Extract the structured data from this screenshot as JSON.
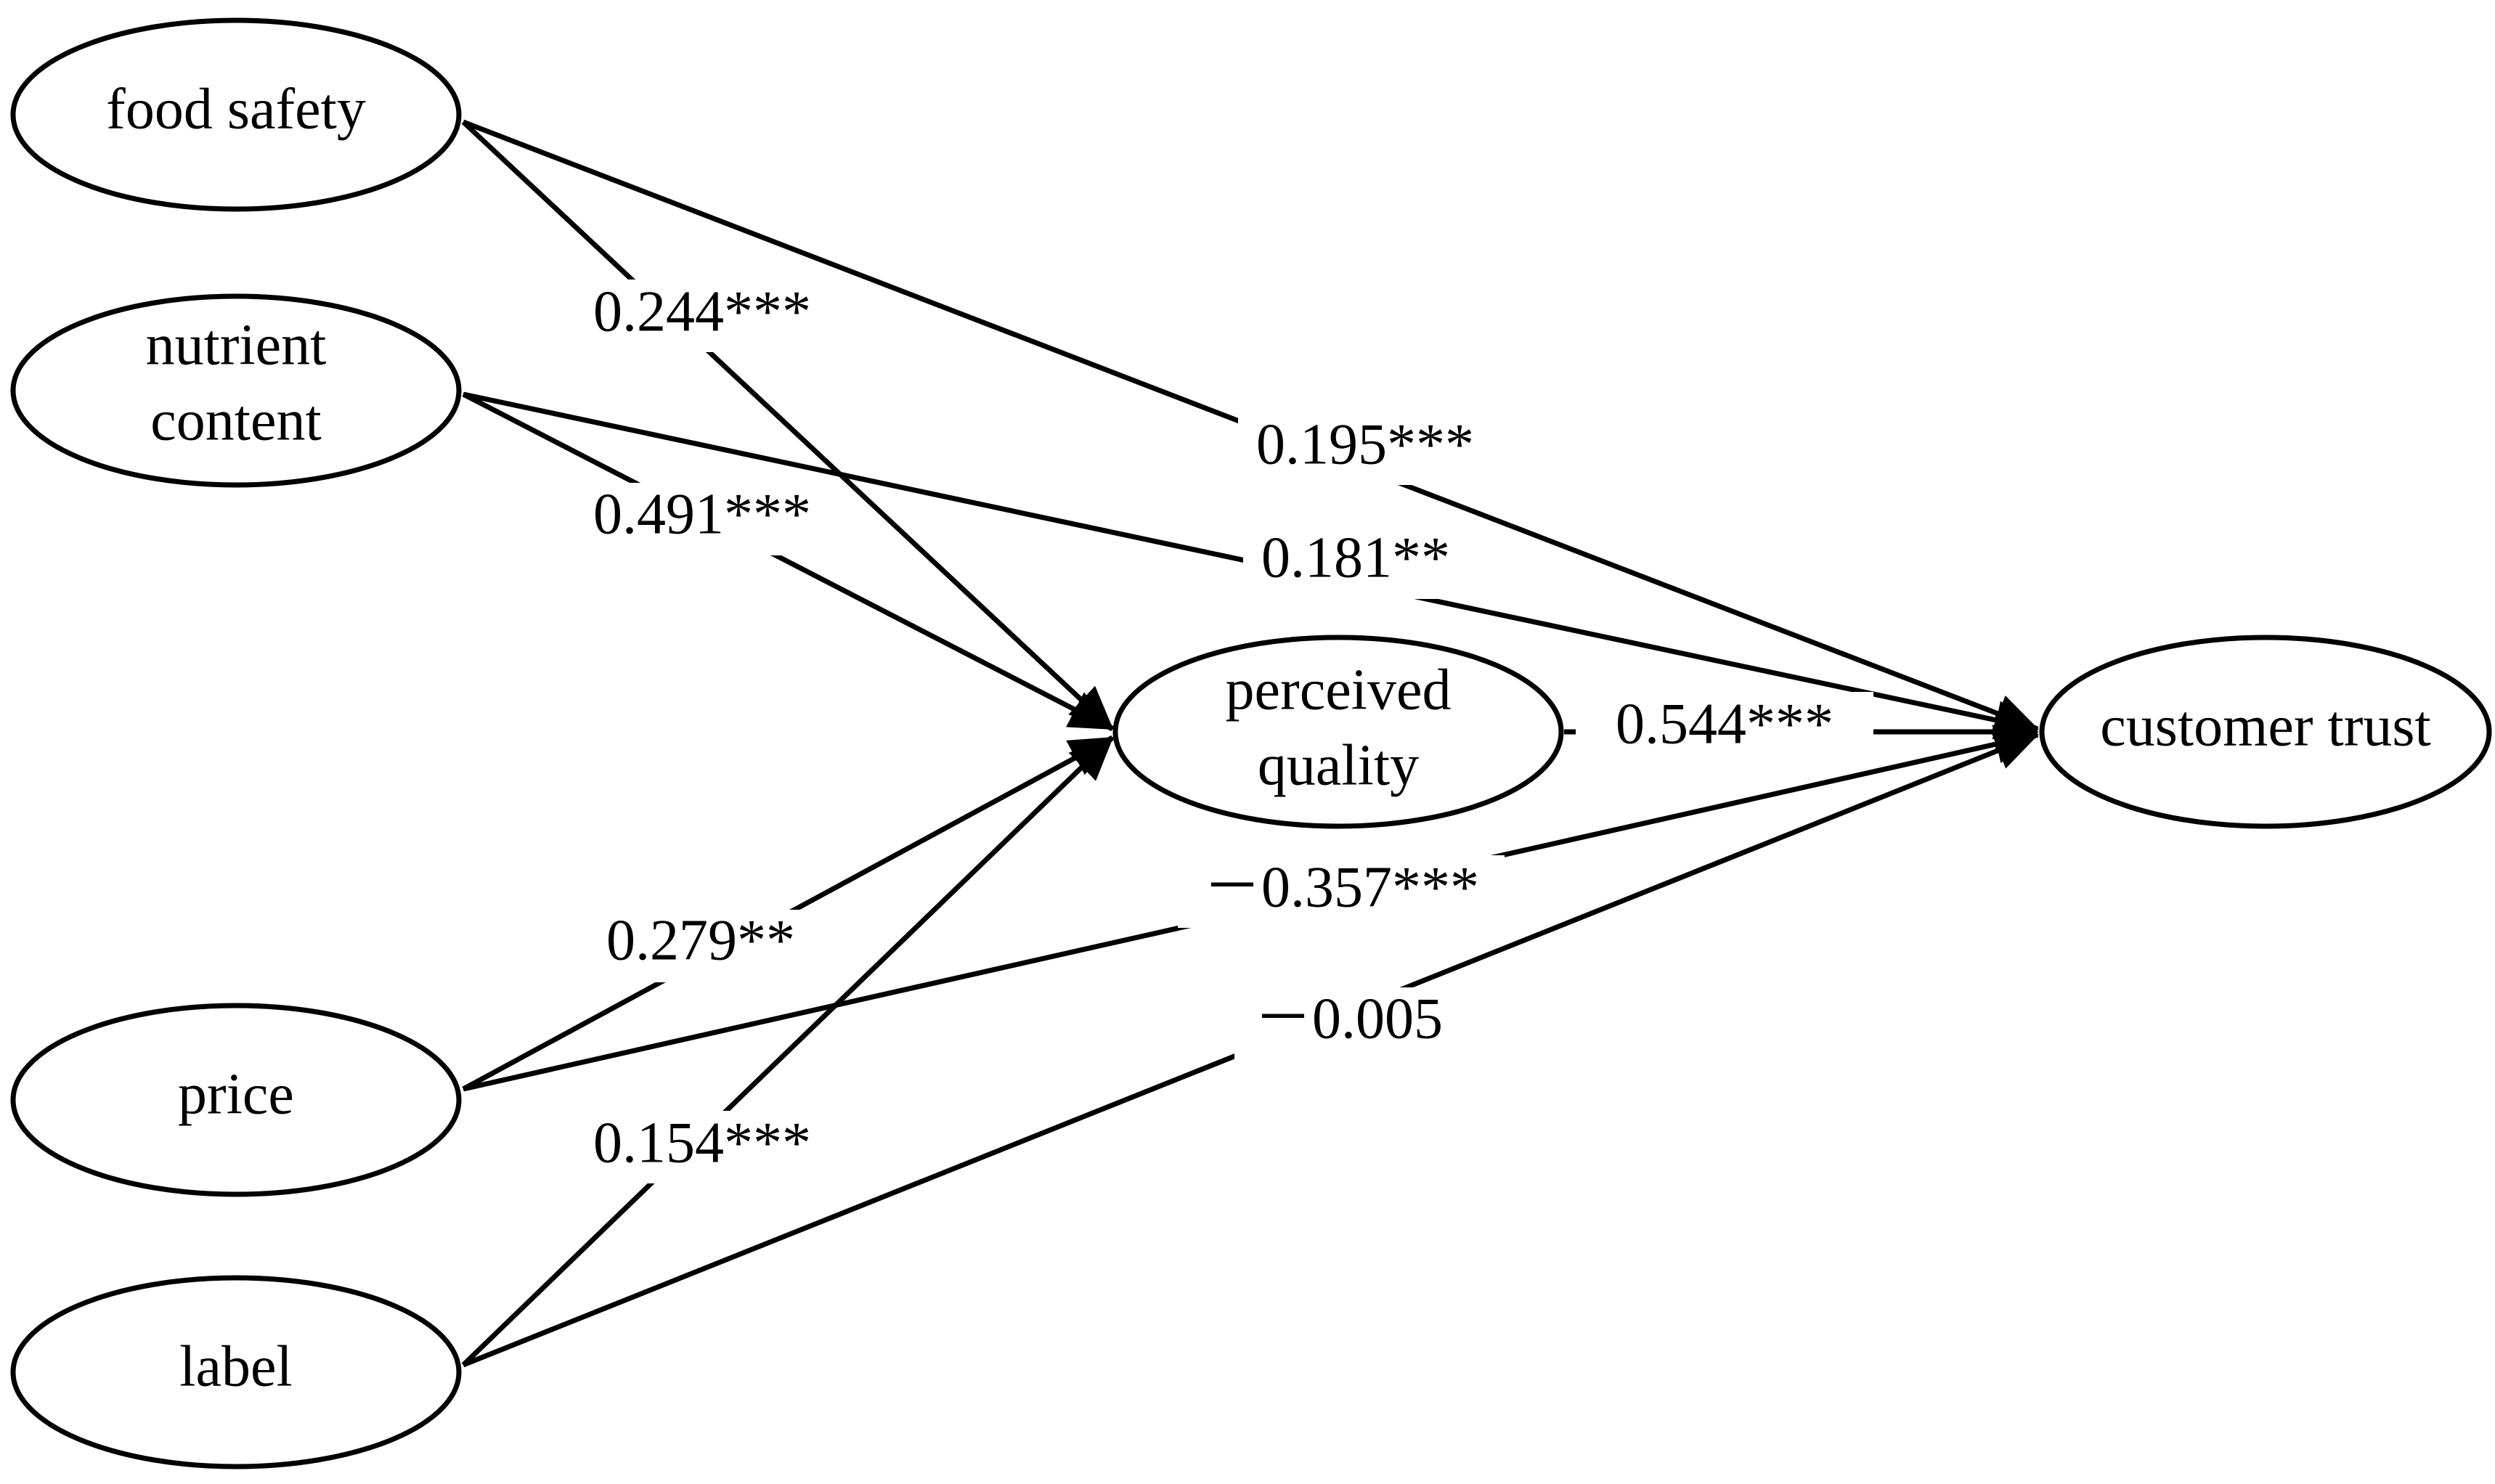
{
  "diagram": {
    "nodes": [
      {
        "id": "food_safety",
        "lines": [
          "food safety"
        ]
      },
      {
        "id": "nutrient_content",
        "lines": [
          "nutrient",
          "content"
        ]
      },
      {
        "id": "price",
        "lines": [
          "price"
        ]
      },
      {
        "id": "label",
        "lines": [
          "label"
        ]
      },
      {
        "id": "perceived_quality",
        "lines": [
          "perceived",
          "quality"
        ]
      },
      {
        "id": "customer_trust",
        "lines": [
          "customer trust"
        ]
      }
    ],
    "edges": [
      {
        "id": "fs-pq",
        "from": "food_safety",
        "to": "perceived_quality",
        "label": "0.244***"
      },
      {
        "id": "nc-pq",
        "from": "nutrient_content",
        "to": "perceived_quality",
        "label": "0.491***"
      },
      {
        "id": "pr-pq",
        "from": "price",
        "to": "perceived_quality",
        "label": "0.279**"
      },
      {
        "id": "lb-pq",
        "from": "label",
        "to": "perceived_quality",
        "label": "0.154***"
      },
      {
        "id": "fs-ct",
        "from": "food_safety",
        "to": "customer_trust",
        "label": "0.195***"
      },
      {
        "id": "nc-ct",
        "from": "nutrient_content",
        "to": "customer_trust",
        "label": "0.181**"
      },
      {
        "id": "pq-ct",
        "from": "perceived_quality",
        "to": "customer_trust",
        "label": "0.544***"
      },
      {
        "id": "pr-ct",
        "from": "price",
        "to": "customer_trust",
        "label": "－0.357***"
      },
      {
        "id": "lb-ct",
        "from": "label",
        "to": "customer_trust",
        "label": "－0.005"
      }
    ]
  },
  "colors": {
    "stroke": "#000000",
    "background": "#ffffff"
  }
}
